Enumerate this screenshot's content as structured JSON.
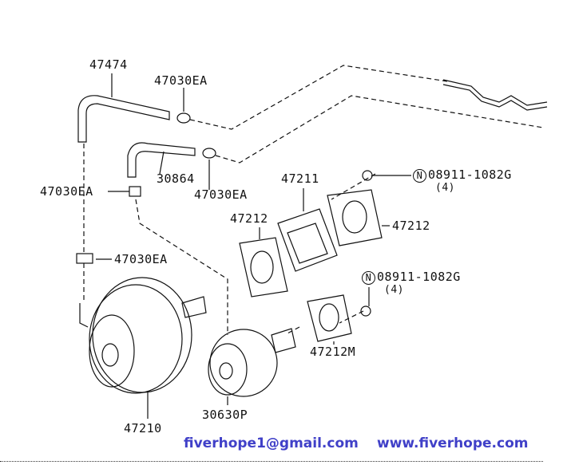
{
  "labels": {
    "hose_upper": "47474",
    "clamp_upper_right": "47030EA",
    "hose_lower": "30864",
    "clamp_lower_right": "47030EA",
    "clamp_left": "47030EA",
    "valve": "47030EA",
    "spacer": "47211",
    "gasket_left": "47212",
    "gasket_right": "47212",
    "gasket_m": "47212M",
    "booster": "47210",
    "booster_small": "30630P",
    "nut_upper": {
      "prefix": "N",
      "part": "08911-1082G",
      "qty": "(4)"
    },
    "nut_lower": {
      "prefix": "N",
      "part": "08911-1082G",
      "qty": "(4)"
    }
  },
  "footer": {
    "email": "fiverhope1@gmail.com",
    "website": "www.fiverhope.com",
    "color": "#4040c8"
  }
}
